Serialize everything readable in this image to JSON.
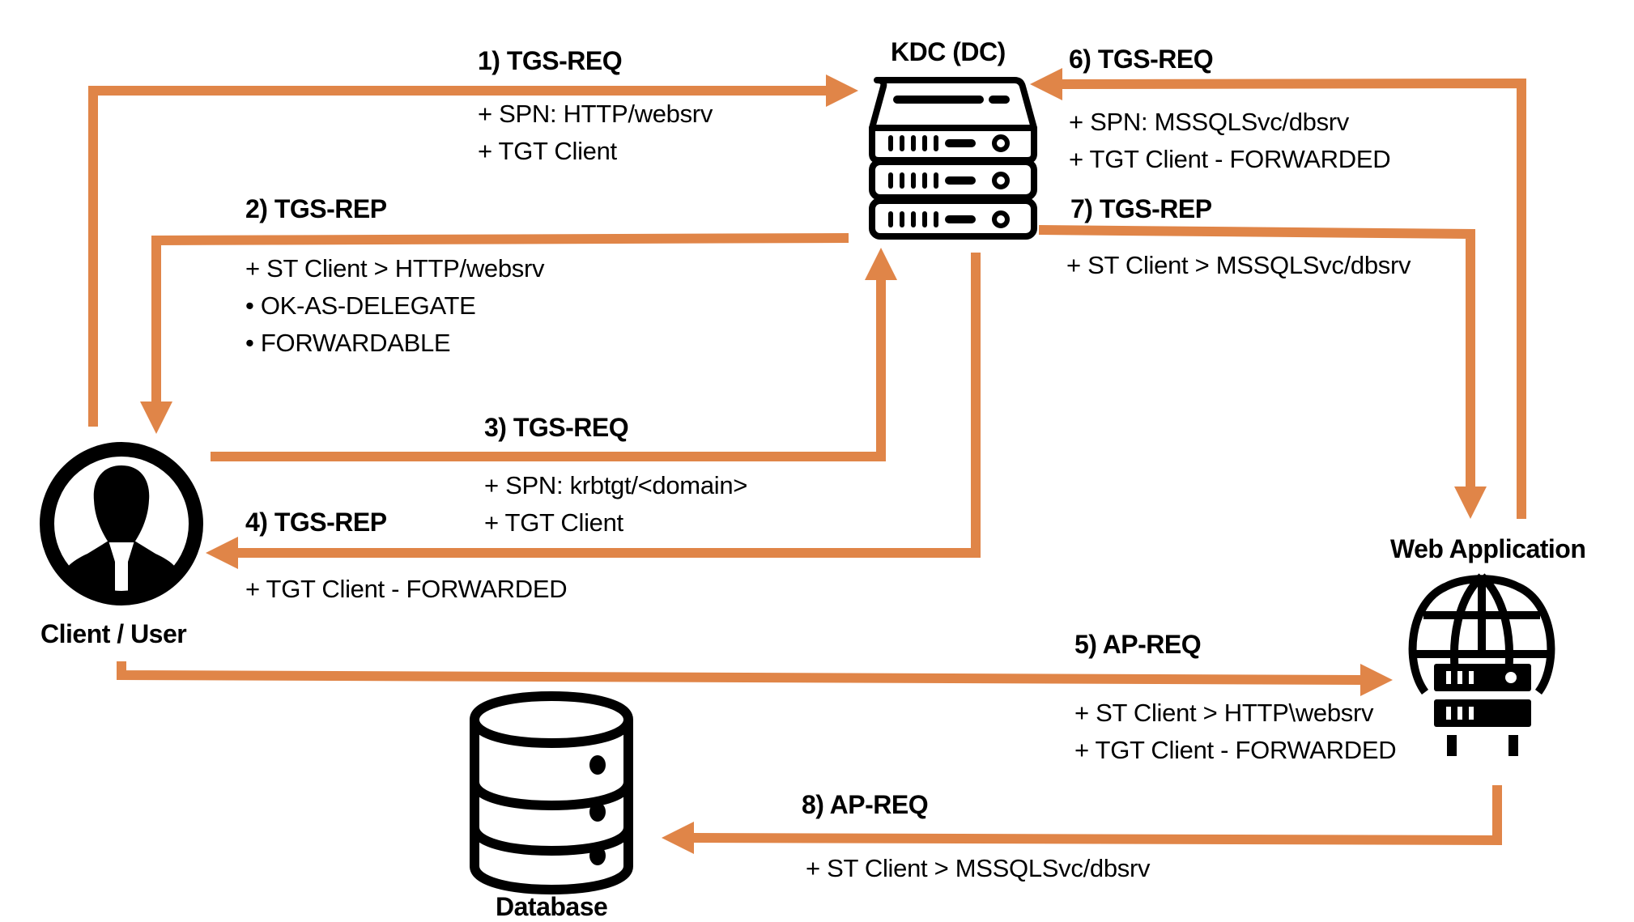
{
  "colors": {
    "arrow": "#E08548",
    "icon": "#000000",
    "background": "#FFFFFF"
  },
  "nodes": {
    "kdc": {
      "label": "KDC (DC)",
      "icon": "server-stack-icon"
    },
    "client": {
      "label": "Client / User",
      "icon": "user-avatar-icon"
    },
    "webapp": {
      "label": "Web Application",
      "icon": "globe-server-icon"
    },
    "database": {
      "label": "Database",
      "icon": "database-icon"
    }
  },
  "steps": [
    {
      "id": 1,
      "title": "1) TGS-REQ",
      "from": "Client / User",
      "to": "KDC (DC)",
      "details": [
        "+ SPN: HTTP/websrv",
        "+ TGT Client"
      ]
    },
    {
      "id": 2,
      "title": "2) TGS-REP",
      "from": "KDC (DC)",
      "to": "Client / User",
      "details": [
        "+ ST Client > HTTP/websrv",
        "• OK-AS-DELEGATE",
        "• FORWARDABLE"
      ]
    },
    {
      "id": 3,
      "title": "3) TGS-REQ",
      "from": "Client / User",
      "to": "KDC (DC)",
      "details": [
        "+ SPN: krbtgt/<domain>",
        "+ TGT Client"
      ]
    },
    {
      "id": 4,
      "title": "4) TGS-REP",
      "from": "KDC (DC)",
      "to": "Client / User",
      "details": [
        "+ TGT Client - FORWARDED"
      ]
    },
    {
      "id": 5,
      "title": "5) AP-REQ",
      "from": "Client / User",
      "to": "Web Application",
      "details": [
        "+ ST Client > HTTP\\websrv",
        "+ TGT Client - FORWARDED"
      ]
    },
    {
      "id": 6,
      "title": "6) TGS-REQ",
      "from": "Web Application",
      "to": "KDC (DC)",
      "details": [
        "+ SPN: MSSQLSvc/dbsrv",
        "+ TGT Client - FORWARDED"
      ]
    },
    {
      "id": 7,
      "title": "7) TGS-REP",
      "from": "KDC (DC)",
      "to": "Web Application",
      "details": [
        "+ ST Client > MSSQLSvc/dbsrv"
      ]
    },
    {
      "id": 8,
      "title": "8) AP-REQ",
      "from": "Web Application",
      "to": "Database",
      "details": [
        "+ ST Client > MSSQLSvc/dbsrv"
      ]
    }
  ]
}
